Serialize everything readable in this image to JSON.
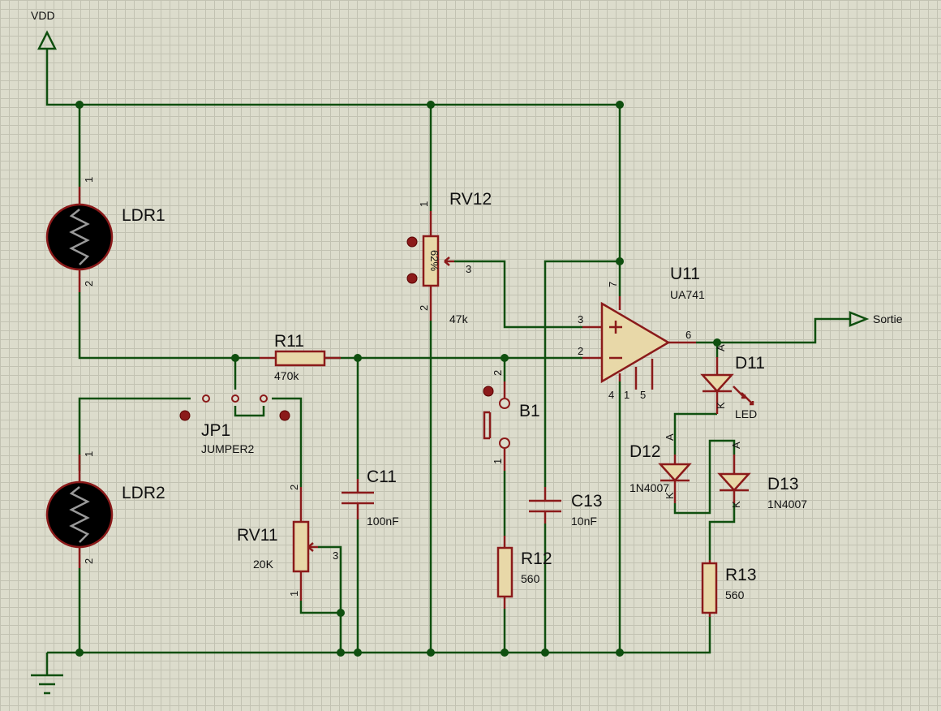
{
  "power": {
    "vdd": "VDD",
    "output": "Sortie"
  },
  "components": {
    "ldr1": {
      "ref": "LDR1",
      "pin_top": "1",
      "pin_bottom": "2"
    },
    "ldr2": {
      "ref": "LDR2",
      "pin_top": "1",
      "pin_bottom": "2"
    },
    "rv12": {
      "ref": "RV12",
      "value": "47k",
      "wiper_pct": "62%",
      "pin1": "1",
      "pin2": "2",
      "pin3": "3"
    },
    "r11": {
      "ref": "R11",
      "value": "470k"
    },
    "jp1": {
      "ref": "JP1",
      "value": "JUMPER2"
    },
    "rv11": {
      "ref": "RV11",
      "value": "20K",
      "pin1": "1",
      "pin2": "2",
      "pin3": "3"
    },
    "c11": {
      "ref": "C11",
      "value": "100nF"
    },
    "b1": {
      "ref": "B1",
      "pin1": "1",
      "pin2": "2"
    },
    "c13": {
      "ref": "C13",
      "value": "10nF"
    },
    "r12": {
      "ref": "R12",
      "value": "560"
    },
    "u11": {
      "ref": "U11",
      "value": "UA741",
      "pin_plus": "3",
      "pin_minus": "2",
      "pin_out": "6",
      "pin_vcc": "7",
      "pin_vee": "4",
      "pin_offset1": "1",
      "pin_offset5": "5"
    },
    "d11": {
      "ref": "D11",
      "value": "LED",
      "pin_a": "A",
      "pin_k": "K"
    },
    "d12": {
      "ref": "D12",
      "value": "1N4007",
      "pin_a": "A",
      "pin_k": "K"
    },
    "d13": {
      "ref": "D13",
      "value": "1N4007",
      "pin_a": "A",
      "pin_k": "K"
    },
    "r13": {
      "ref": "R13",
      "value": "560"
    }
  },
  "colors": {
    "wire": "#0f4f0f",
    "component_outline": "#8b1a1a",
    "component_fill": "#e8d8a8",
    "background": "#dcdccc"
  }
}
